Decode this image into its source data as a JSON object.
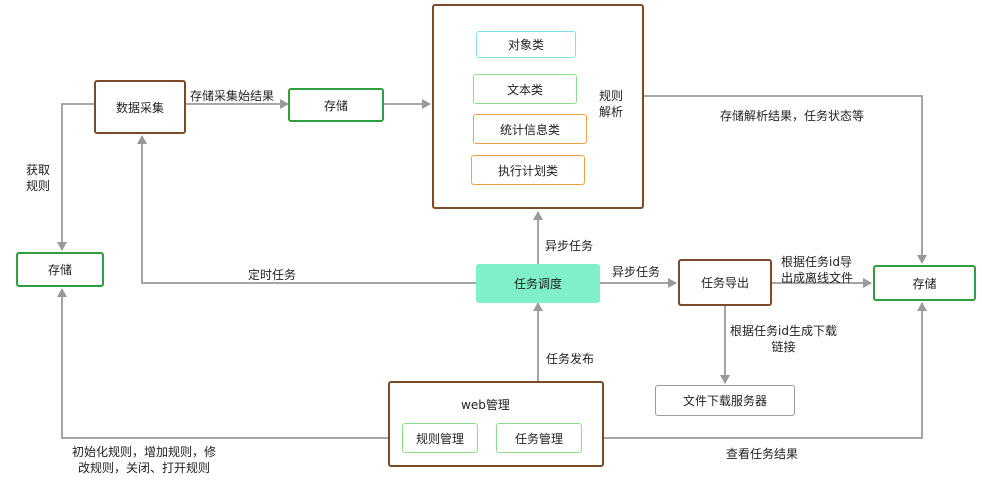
{
  "nodes": {
    "collect": "数据采集",
    "store_collect": "存储",
    "store_left": "存储",
    "store_right": "存储",
    "obj": "对象类",
    "text": "文本类",
    "stat": "统计信息类",
    "plan": "执行计划类",
    "rule_parse": "规则\n解析",
    "schedule": "任务调度",
    "export": "任务导出",
    "download_server": "文件下载服务器",
    "web_title": "web管理",
    "rule_mgmt": "规则管理",
    "task_mgmt": "任务管理"
  },
  "edges": {
    "store_collect_result": "存储采集始结果",
    "get_rule": "获取\n规则",
    "store_parse_result": "存储解析结果，任务状态等",
    "timed_task": "定时任务",
    "async_up": "异步任务",
    "async_right": "异步任务",
    "gen_offline": "根据任务id导\n出成离线文件",
    "gen_link": "根据任务id生成下载\n链接",
    "task_publish": "任务发布",
    "init_rule": "初始化规则，增加规则，修\n改规则，关闭、打开规则",
    "view_result": "查看任务结果"
  }
}
